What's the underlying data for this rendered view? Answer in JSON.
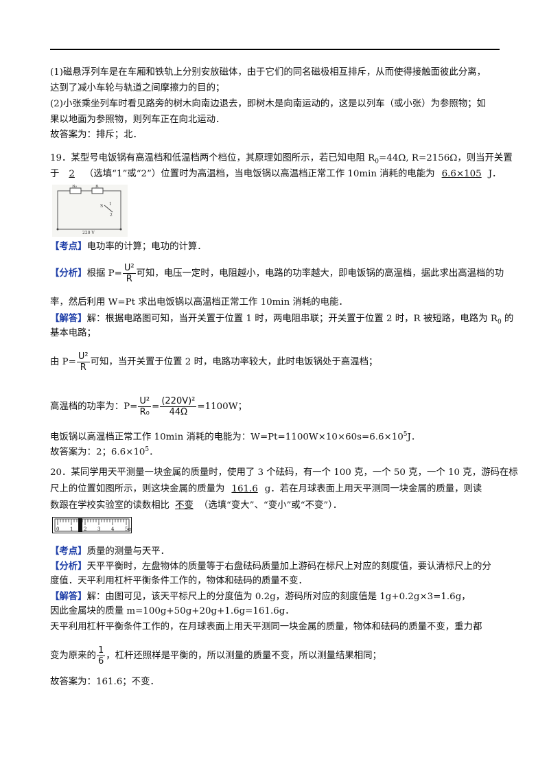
{
  "prev": {
    "l1": "(1)磁悬浮列车是在车厢和铁轨上分别安放磁体，由于它们的同名磁极相互排斥，从而使得接触面彼此分离，",
    "l2": "达到了减小车轮与轨道之间摩擦力的目的；",
    "l3": "(2)小张乘坐列车时看见路旁的树木向南边退去，即树木是向南运动的，这是以列车（或小张）为参照物；如",
    "l4": "果以地面为参照物，则列车正在向北运动．",
    "l5": "故答案为：排斥；北．"
  },
  "q19": {
    "stem_a": "19．某型号电饭锅有高温档和低温档两个档位，其原理如图所示，若已知电阻 R",
    "stem_sub0": "0",
    "stem_b": "=44Ω, R=2156Ω，则当开关置",
    "stem2_a": "于",
    "blank1": "2",
    "stem2_b": "（选填“1”或“2”）位置时为高温档，当电饭锅以高温档正常工作 10min 消耗的电能为",
    "blank2": "6.6×105",
    "stem2_c": "J．",
    "fig_r0": "R₀",
    "fig_r": "R",
    "fig_s": "S",
    "fig_1": "1",
    "fig_2": "2",
    "fig_voltage": "220 V",
    "kaodian_tag": "【考点】",
    "kaodian": "电功率的计算；电功的计算．",
    "fenxi_tag": "【分析】",
    "fenxi_a": "根据 P=",
    "fenxi_num": "U²",
    "fenxi_den": "R",
    "fenxi_b": "可知，电压一定时，电阻越小，电路的功率越大，即电饭锅的高温档，据此求出高温档的功",
    "fenxi2": "率，然后利用 W=Pt 求出电饭锅以高温档正常工作 10min 消耗的电能．",
    "jieda_tag": "【解答】",
    "jieda1": "解：根据电路图可知，当开关置于位置 1 时，两电阻串联；开关置于位置 2 时，R 被短路，电路为 R",
    "jieda1_sub": "0",
    "jieda1_end": " 的",
    "jieda2": "基本电路；",
    "jieda3_a": "由 P=",
    "jieda3_num": "U²",
    "jieda3_den": "R",
    "jieda3_b": "可知，当开关置于位置 2 时，电路功率较大，此时电饭锅处于高温档；",
    "jieda4_a": "高温档的功率为：P=",
    "jieda4_num1": "U²",
    "jieda4_den1": "R₀",
    "jieda4_eq": "=",
    "jieda4_num2": "(220V)²",
    "jieda4_den2": "44Ω",
    "jieda4_b": "=1100W；",
    "jieda5_a": "电饭锅以高温档正常工作 10min 消耗的电能为：W=Pt=1100W×10×60s=6.6×10",
    "jieda5_sup": "5",
    "jieda5_b": "J．",
    "answer_a": "故答案为：2；6.6×10",
    "answer_sup": "5",
    "answer_b": "．"
  },
  "q20": {
    "stem_a": "20．某同学用天平测量一块金属的质量时，使用了 3 个砝码，有一个 100 克，一个 50 克，一个 10 克，游码在标",
    "stem2_a": "尺上的位置如图所示，则这块金属的质量为",
    "blank1": "161.6",
    "stem2_b": "g．若在月球表面上用天平测同一块金属的质量，则读",
    "stem3_a": "数跟在学校实验室的读数相比",
    "blank2": "不变",
    "stem3_b": "（选填“变大”、“变小”或“不变”）．",
    "ruler_labels": [
      "0",
      "1",
      "2",
      "3",
      "4",
      "5g"
    ],
    "kaodian_tag": "【考点】",
    "kaodian": "质量的测量与天平．",
    "fenxi_tag": "【分析】",
    "fenxi1": "天平平衡时，左盘物体的质量等于右盘砝码质量加上游码在标尺上对应的刻度值，要认清标尺上的分",
    "fenxi2": "度值．天平利用杠杆平衡条件工作的，物体和砝码的质量不变．",
    "jieda_tag": "【解答】",
    "jieda1": "解：由图可见，该天平标尺上的分度值为 0.2g，游码所对应的刻度值是 1g+0.2g×3=1.6g，",
    "jieda2": "因此金属块的质量 m=100g+50g+20g+1.6g=161.6g．",
    "jieda3": "天平利用杠杆平衡条件工作的，在月球表面上用天平测同一块金属的质量，物体和砝码的质量不变，重力都",
    "jieda4_a": "变为原来的",
    "jieda4_num": "1",
    "jieda4_den": "6",
    "jieda4_b": "，杠杆还照样是平衡的，所以测量的质量不变，所以测量结果相同；",
    "answer": "故答案为：161.6；不变．"
  }
}
